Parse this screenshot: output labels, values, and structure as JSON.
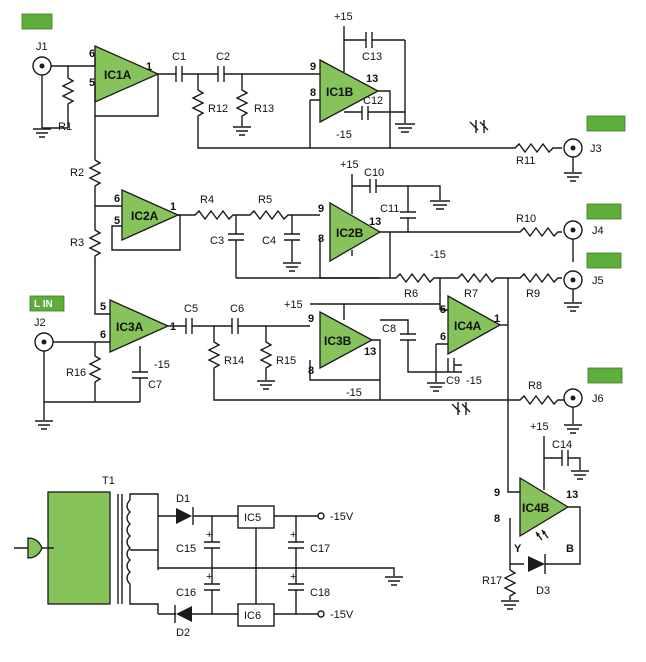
{
  "opamps": {
    "ic1a": "IC1A",
    "ic1b": "IC1B",
    "ic2a": "IC2A",
    "ic2b": "IC2B",
    "ic3a": "IC3A",
    "ic3b": "IC3B",
    "ic4a": "IC4A",
    "ic4b": "IC4B",
    "ic5": "IC5",
    "ic6": "IC6"
  },
  "jacks": {
    "j1": "J1",
    "j2": "J2",
    "j3": "J3",
    "j4": "J4",
    "j5": "J5",
    "j6": "J6"
  },
  "tags": {
    "l_in": "L IN"
  },
  "resistors": {
    "r1": "R1",
    "r2": "R2",
    "r3": "R3",
    "r4": "R4",
    "r5": "R5",
    "r6": "R6",
    "r7": "R7",
    "r8": "R8",
    "r9": "R9",
    "r10": "R10",
    "r11": "R11",
    "r12": "R12",
    "r13": "R13",
    "r14": "R14",
    "r15": "R15",
    "r16": "R16",
    "r17": "R17"
  },
  "capacitors": {
    "c1": "C1",
    "c2": "C2",
    "c3": "C3",
    "c4": "C4",
    "c5": "C5",
    "c6": "C6",
    "c7": "C7",
    "c8": "C8",
    "c9": "C9",
    "c10": "C10",
    "c11": "C11",
    "c12": "C12",
    "c13": "C13",
    "c14": "C14",
    "c15": "C15",
    "c16": "C16",
    "c17": "C17",
    "c18": "C18"
  },
  "diodes": {
    "d1": "D1",
    "d2": "D2",
    "d3": "D3"
  },
  "transformer": "T1",
  "supply": {
    "pos": "+15",
    "neg": "-15",
    "pos_out": "-15V",
    "neg_out": "-15V"
  },
  "pins": {
    "p1": "1",
    "p5": "5",
    "p6": "6",
    "p8": "8",
    "p9": "9",
    "p13": "13"
  },
  "led_pins": {
    "y": "Y",
    "b": "B"
  },
  "plus_sign": "+",
  "colors": {
    "opamp_fill": "#86c35a",
    "tag_fill": "#5fae3c",
    "wire": "#1a1a1a"
  }
}
